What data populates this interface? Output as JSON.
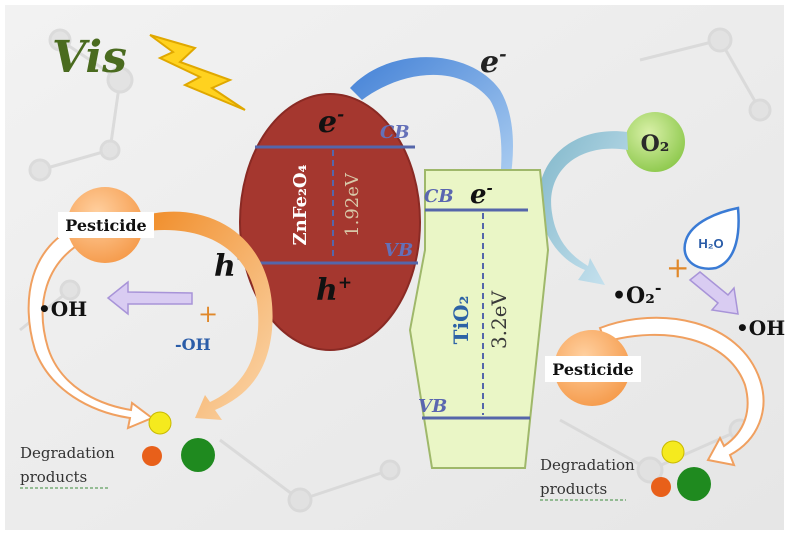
{
  "light": {
    "label": "Vis"
  },
  "electron": {
    "label": "e",
    "minus": "-"
  },
  "hole": {
    "label": "h",
    "plus": "+"
  },
  "znfe": {
    "name": "ZnFe₂O₄",
    "gap": "1.92eV",
    "cb": "CB",
    "vb": "VB",
    "color": "#a5372f"
  },
  "tio2": {
    "name": "TiO₂",
    "gap": "3.2eV",
    "cb": "CB",
    "vb": "VB",
    "color": "#eaf6c6"
  },
  "oxygen": {
    "label": "O₂"
  },
  "water": {
    "label": "H₂O"
  },
  "left_side": {
    "pesticide": "Pesticide",
    "oh_radical": "•OH",
    "hydroxide": "-OH",
    "plus": "+",
    "degradation_line1": "Degradation",
    "degradation_line2": "products"
  },
  "right_side": {
    "pesticide": "Pesticide",
    "superoxide": "•O₂",
    "superoxide_charge": "-",
    "oh_radical": "•OH",
    "plus": "+",
    "degradation_line1": "Degradation",
    "degradation_line2": "products"
  }
}
